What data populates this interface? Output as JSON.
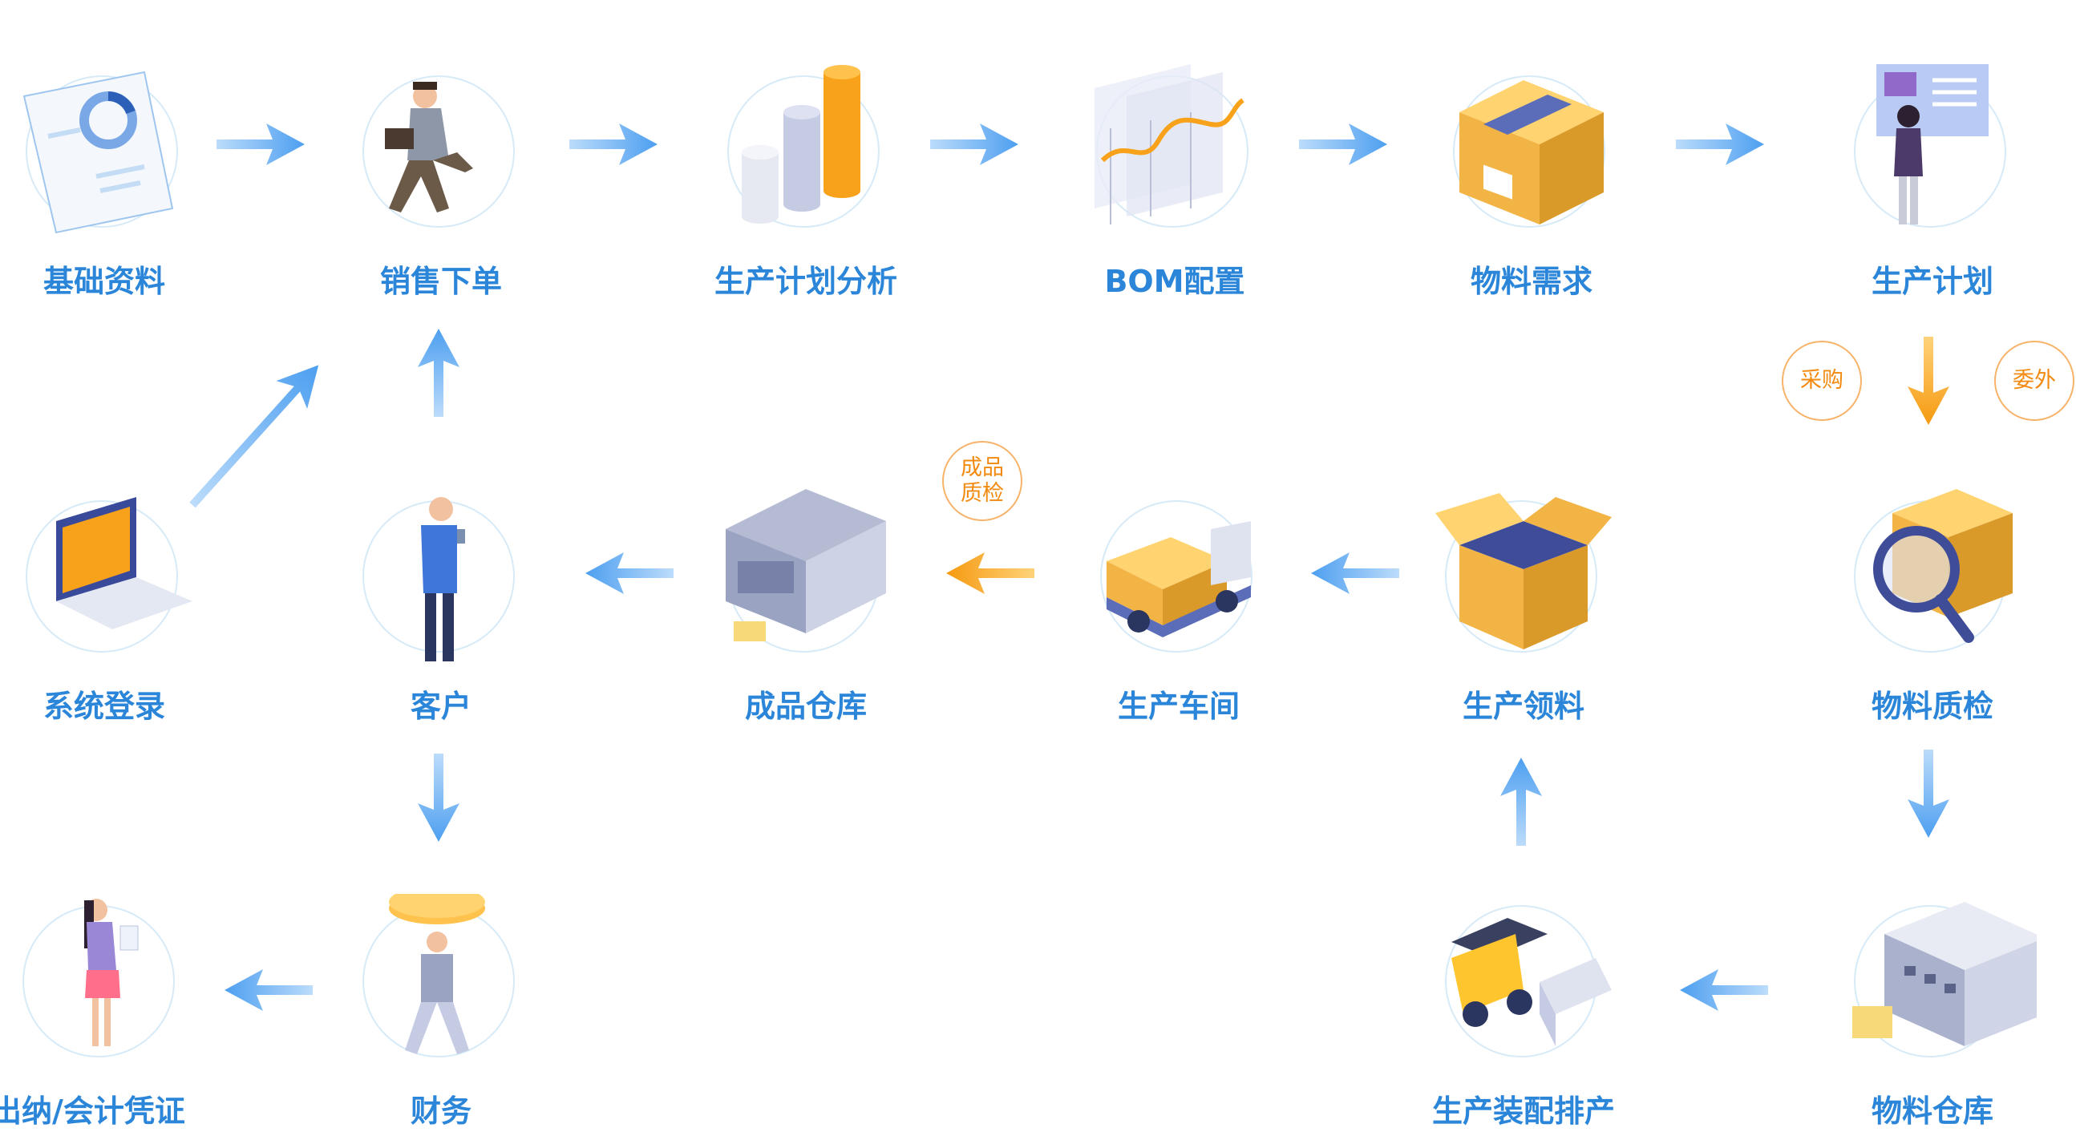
{
  "nodes": {
    "basic_data": "基础资料",
    "sales_order": "销售下单",
    "plan_analysis": "生产计划分析",
    "bom_config": "BOM配置",
    "material_demand": "物料需求",
    "production_plan": "生产计划",
    "system_login": "系统登录",
    "customer": "客户",
    "finished_warehouse": "成品仓库",
    "workshop": "生产车间",
    "material_picking": "生产领料",
    "material_inspection": "物料质检",
    "cashier_voucher": "出纳/会计凭证",
    "finance": "财务",
    "assembly_schedule": "生产装配排产",
    "material_warehouse": "物料仓库"
  },
  "badges": {
    "purchase": "采购",
    "outsource": "委外",
    "fg_qc_line1": "成品",
    "fg_qc_line2": "质检"
  },
  "colors": {
    "label_blue": "#2b86d9",
    "arrow_blue": "#5aa9f2",
    "arrow_orange": "#f7a21a",
    "ring": "#d6eaf8",
    "badge_orange": "#f28a0f"
  }
}
